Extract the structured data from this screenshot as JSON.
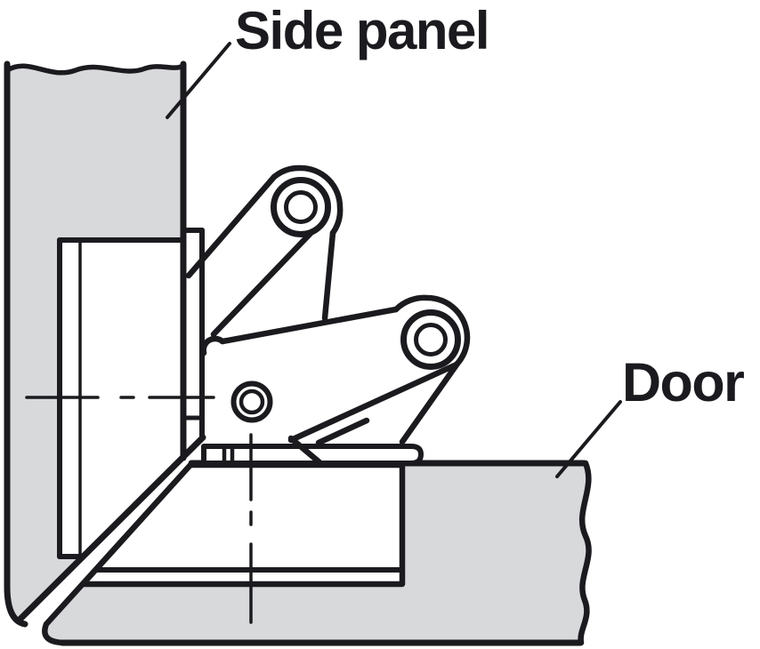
{
  "figure": {
    "type": "technical-line-drawing",
    "subject": "Concealed cabinet hinge shown in cross-section, mounted between a vertical side panel and a horizontal door (open position)",
    "callouts": [
      {
        "text": "Side panel",
        "points_to": "vertical gray panel at upper left"
      },
      {
        "text": "Door",
        "points_to": "horizontal gray panel at lower right"
      }
    ]
  },
  "labels": {
    "side_panel": "Side panel",
    "door": "Door"
  },
  "colors": {
    "ink": "#1b1b1f",
    "panel": "#d8d9db",
    "bg": "#ffffff"
  }
}
